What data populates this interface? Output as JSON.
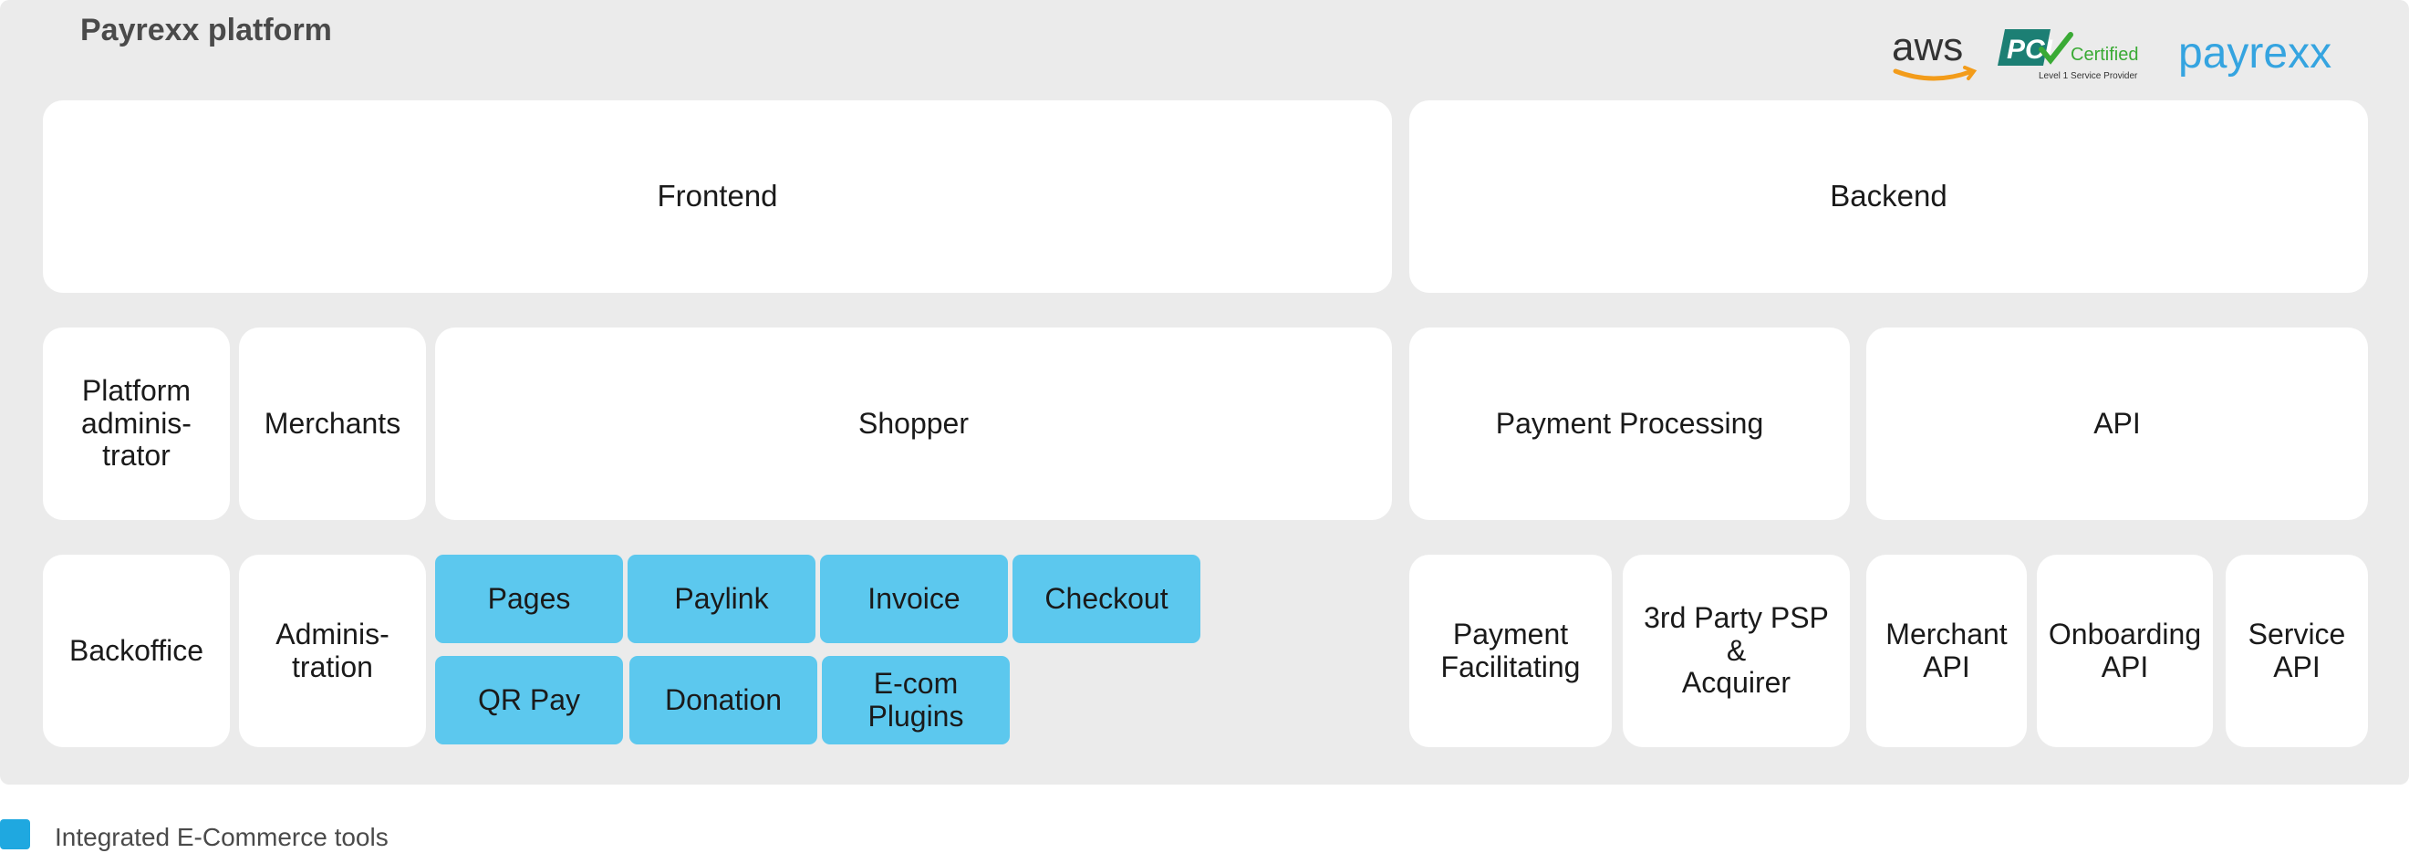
{
  "platform": {
    "title": "Payrexx platform"
  },
  "logos": {
    "aws": "aws",
    "pci": "PCI",
    "pci_certified": "Certified",
    "pci_sub": "Level 1 Service Provider",
    "payrexx": "payrexx"
  },
  "sections": {
    "frontend": "Frontend",
    "backend": "Backend"
  },
  "frontend_groups": {
    "platform_admin": "Platform\nadminis-\ntrator",
    "merchants": "Merchants",
    "shopper": "Shopper"
  },
  "backend_groups": {
    "payment_processing": "Payment Processing",
    "api": "API"
  },
  "frontend_items": {
    "backoffice": "Backoffice",
    "administration": "Adminis-\ntration"
  },
  "shopper_tools": [
    "Pages",
    "Paylink",
    "Invoice",
    "Checkout",
    "QR Pay",
    "Donation",
    "E-com\nPlugins"
  ],
  "backend_items": {
    "payment_facilitating": "Payment\nFacilitating",
    "third_party": "3rd Party PSP &\nAcquirer",
    "merchant_api": "Merchant\nAPI",
    "onboarding_api": "Onboarding\nAPI",
    "service_api": "Service\nAPI"
  },
  "legend": {
    "label": "Integrated E-Commerce tools"
  },
  "colors": {
    "platform_bg": "#ebebeb",
    "tool_fill": "#5cc8ee",
    "legend_swatch": "#1fa8e0",
    "aws_arrow": "#f39c1a",
    "pci_green": "#3aaa35",
    "pci_teal": "#1c7f74",
    "payrexx_blue": "#35a4e0"
  }
}
